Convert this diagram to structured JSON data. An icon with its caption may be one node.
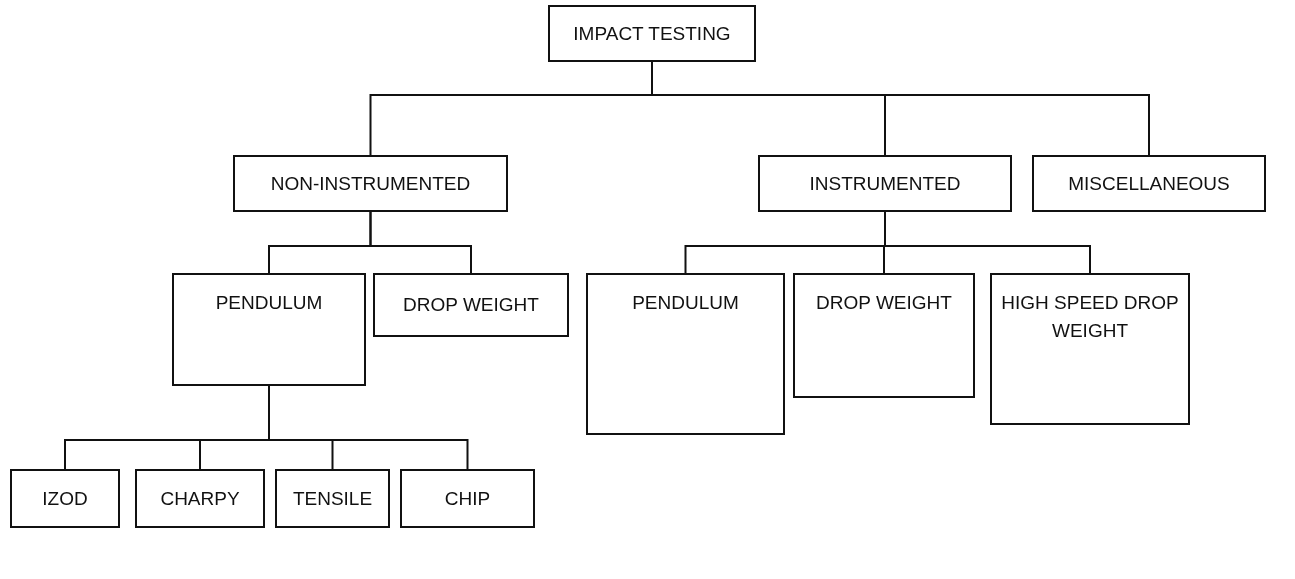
{
  "diagram": {
    "nodes": [
      {
        "text": [
          "IMPACT TESTING"
        ]
      },
      {
        "text": [
          "NON-INSTRUMENTED"
        ]
      },
      {
        "text": [
          "INSTRUMENTED"
        ]
      },
      {
        "text": [
          "MISCELLANEOUS"
        ]
      },
      {
        "text": [
          "PENDULUM"
        ]
      },
      {
        "text": [
          "DROP WEIGHT"
        ]
      },
      {
        "text": [
          "PENDULUM"
        ]
      },
      {
        "text": [
          "DROP WEIGHT"
        ]
      },
      {
        "text": [
          "HIGH SPEED DROP WEIGHT"
        ]
      },
      {
        "text": [
          "IZOD"
        ]
      },
      {
        "text": [
          "CHARPY"
        ]
      },
      {
        "text": [
          "TENSILE"
        ]
      },
      {
        "text": [
          "CHIP"
        ]
      }
    ],
    "edges": [
      {
        "from": 0,
        "to": 1,
        "arrow": "none"
      },
      {
        "from": 0,
        "to": 2,
        "arrow": "none"
      },
      {
        "from": 0,
        "to": 3,
        "arrow": "none"
      },
      {
        "from": 1,
        "to": 4,
        "arrow": "none"
      },
      {
        "from": 1,
        "to": 5,
        "arrow": "none"
      },
      {
        "from": 2,
        "to": 6,
        "arrow": "none"
      },
      {
        "from": 2,
        "to": 7,
        "arrow": "none"
      },
      {
        "from": 2,
        "to": 8,
        "arrow": "none"
      },
      {
        "from": 4,
        "to": 9,
        "arrow": "none"
      },
      {
        "from": 4,
        "to": 10,
        "arrow": "none"
      },
      {
        "from": 4,
        "to": 11,
        "arrow": "none"
      },
      {
        "from": 4,
        "to": 12,
        "arrow": "none"
      }
    ]
  }
}
